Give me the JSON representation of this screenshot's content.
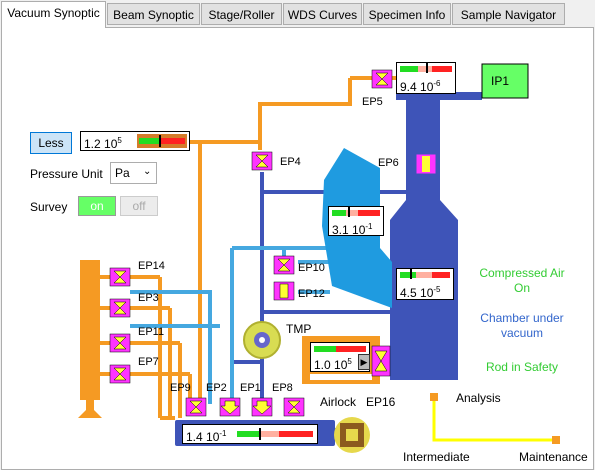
{
  "tabs": [
    {
      "label": "Vacuum Synoptic",
      "active": true
    },
    {
      "label": "Beam Synoptic",
      "active": false
    },
    {
      "label": "Stage/Roller",
      "active": false
    },
    {
      "label": "WDS Curves",
      "active": false
    },
    {
      "label": "Specimen Info",
      "active": false
    },
    {
      "label": "Sample Navigator",
      "active": false
    }
  ],
  "controls": {
    "less_label": "Less",
    "pressure_unit_label": "Pressure Unit",
    "pressure_unit_value": "Pa",
    "survey_label": "Survey",
    "survey_on": "on",
    "survey_off": "off"
  },
  "gauges": {
    "main": {
      "mantissa": "1.2 10",
      "exp": "5"
    },
    "ip1_line": {
      "mantissa": "9.4 10",
      "exp": "-6"
    },
    "chamber_upper": {
      "mantissa": "3.1 10",
      "exp": "-1"
    },
    "chamber_lower": {
      "mantissa": "4.5 10",
      "exp": "-5"
    },
    "airlock": {
      "mantissa": "1.0 10",
      "exp": "5"
    },
    "bottom": {
      "mantissa": "1.4 10",
      "exp": "-1"
    }
  },
  "labels": {
    "ip1": "IP1",
    "ep5": "EP5",
    "ep4": "EP4",
    "ep6": "EP6",
    "ep10": "EP10",
    "ep12": "EP12",
    "ep14": "EP14",
    "ep3": "EP3",
    "ep11": "EP11",
    "ep7": "EP7",
    "ep9": "EP9",
    "ep2": "EP2",
    "ep1": "EP1",
    "ep8": "EP8",
    "ep16": "EP16",
    "tmp": "TMP",
    "airlock": "Airlock"
  },
  "status": {
    "compressed_air": "Compressed Air\nOn",
    "chamber": "Chamber under\nvacuum",
    "rod": "Rod in Safety"
  },
  "legend": {
    "analysis": "Analysis",
    "intermediate": "Intermediate",
    "maintenance": "Maintenance"
  },
  "colors": {
    "orange_line": "#f59a23",
    "blue_line": "#3e54b8",
    "light_blue_line": "#45a8e0",
    "chamber_blue": "#1f9be0",
    "valve_magenta": "#ff33ff",
    "valve_yellow": "#ffff33",
    "ip1_green": "#66ff66",
    "status_green": "#33cc33",
    "status_blue": "#3366cc",
    "legend_yellow": "#ffff00"
  }
}
